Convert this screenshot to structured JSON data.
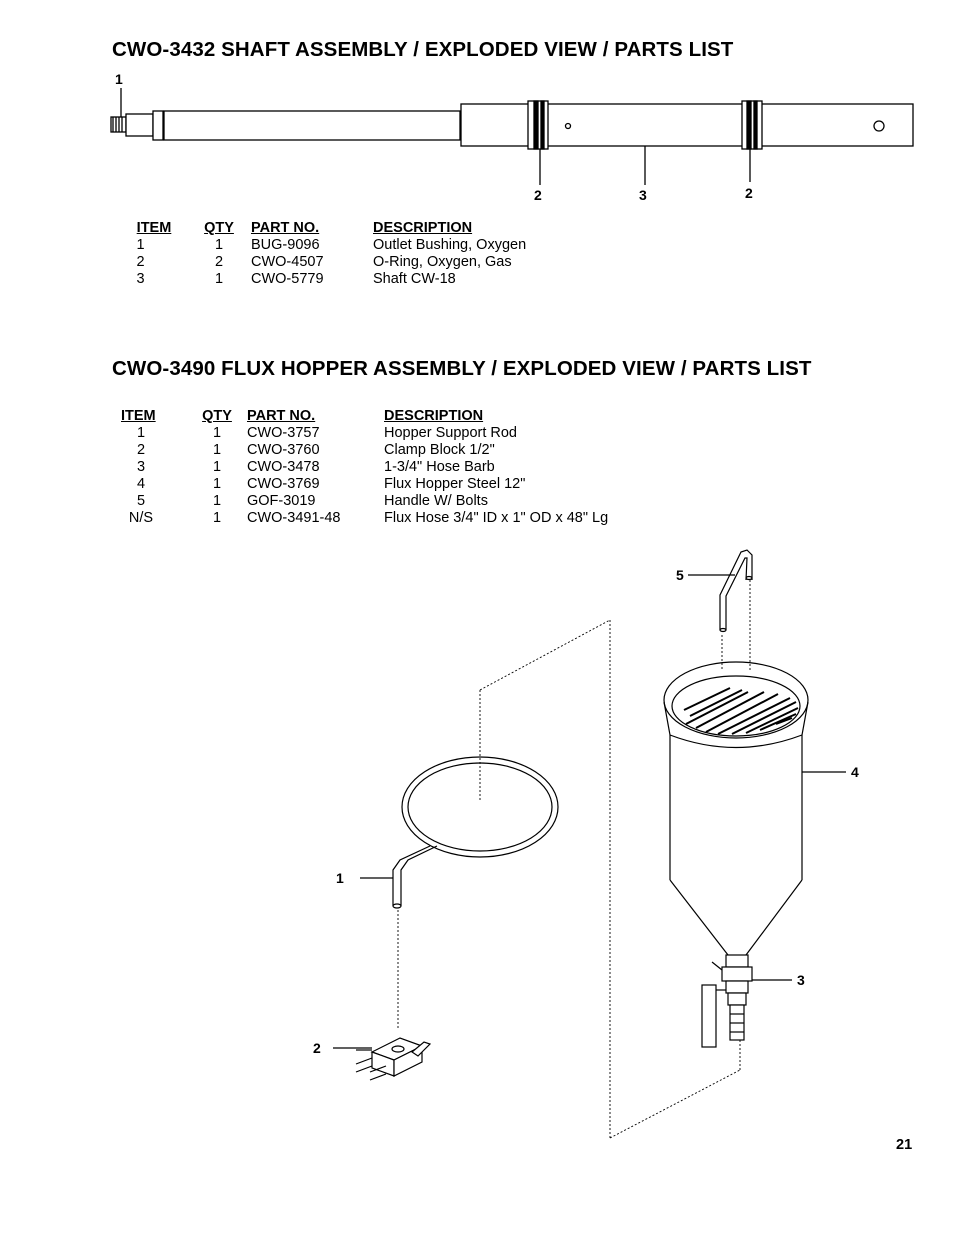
{
  "shaft_section": {
    "title": "CWO-3432 SHAFT ASSEMBLY / EXPLODED VIEW / PARTS LIST",
    "headers": {
      "item": "ITEM",
      "qty": "QTY",
      "part": "PART NO.",
      "desc": "DESCRIPTION"
    },
    "rows": [
      {
        "item": "1",
        "qty": "1",
        "part": "BUG-9096",
        "desc": "Outlet Bushing, Oxygen"
      },
      {
        "item": "2",
        "qty": "2",
        "part": "CWO-4507",
        "desc": "O-Ring, Oxygen, Gas"
      },
      {
        "item": "3",
        "qty": "1",
        "part": "CWO-5779",
        "desc": "Shaft CW-18"
      }
    ],
    "callouts": {
      "c1": "1",
      "c2a": "2",
      "c3": "3",
      "c2b": "2"
    }
  },
  "hopper_section": {
    "title": "CWO-3490 FLUX HOPPER ASSEMBLY / EXPLODED VIEW / PARTS LIST",
    "headers": {
      "item": "ITEM",
      "qty": "QTY",
      "part": "PART NO.",
      "desc": "DESCRIPTION"
    },
    "rows": [
      {
        "item": "1",
        "qty": "1",
        "part": "CWO-3757",
        "desc": "Hopper Support Rod"
      },
      {
        "item": "2",
        "qty": "1",
        "part": "CWO-3760",
        "desc": "Clamp Block 1/2\""
      },
      {
        "item": "3",
        "qty": "1",
        "part": "CWO-3478",
        "desc": "1-3/4\" Hose Barb"
      },
      {
        "item": "4",
        "qty": "1",
        "part": "CWO-3769",
        "desc": "Flux Hopper Steel 12\""
      },
      {
        "item": "5",
        "qty": "1",
        "part": "GOF-3019",
        "desc": "Handle W/ Bolts"
      },
      {
        "item": "N/S",
        "qty": "1",
        "part": "CWO-3491-48",
        "desc": "Flux Hose 3/4\" ID x 1\" OD  x 48\" Lg"
      }
    ],
    "callouts": {
      "c1": "1",
      "c2": "2",
      "c3": "3",
      "c4": "4",
      "c5": "5"
    }
  },
  "page_number": "21"
}
